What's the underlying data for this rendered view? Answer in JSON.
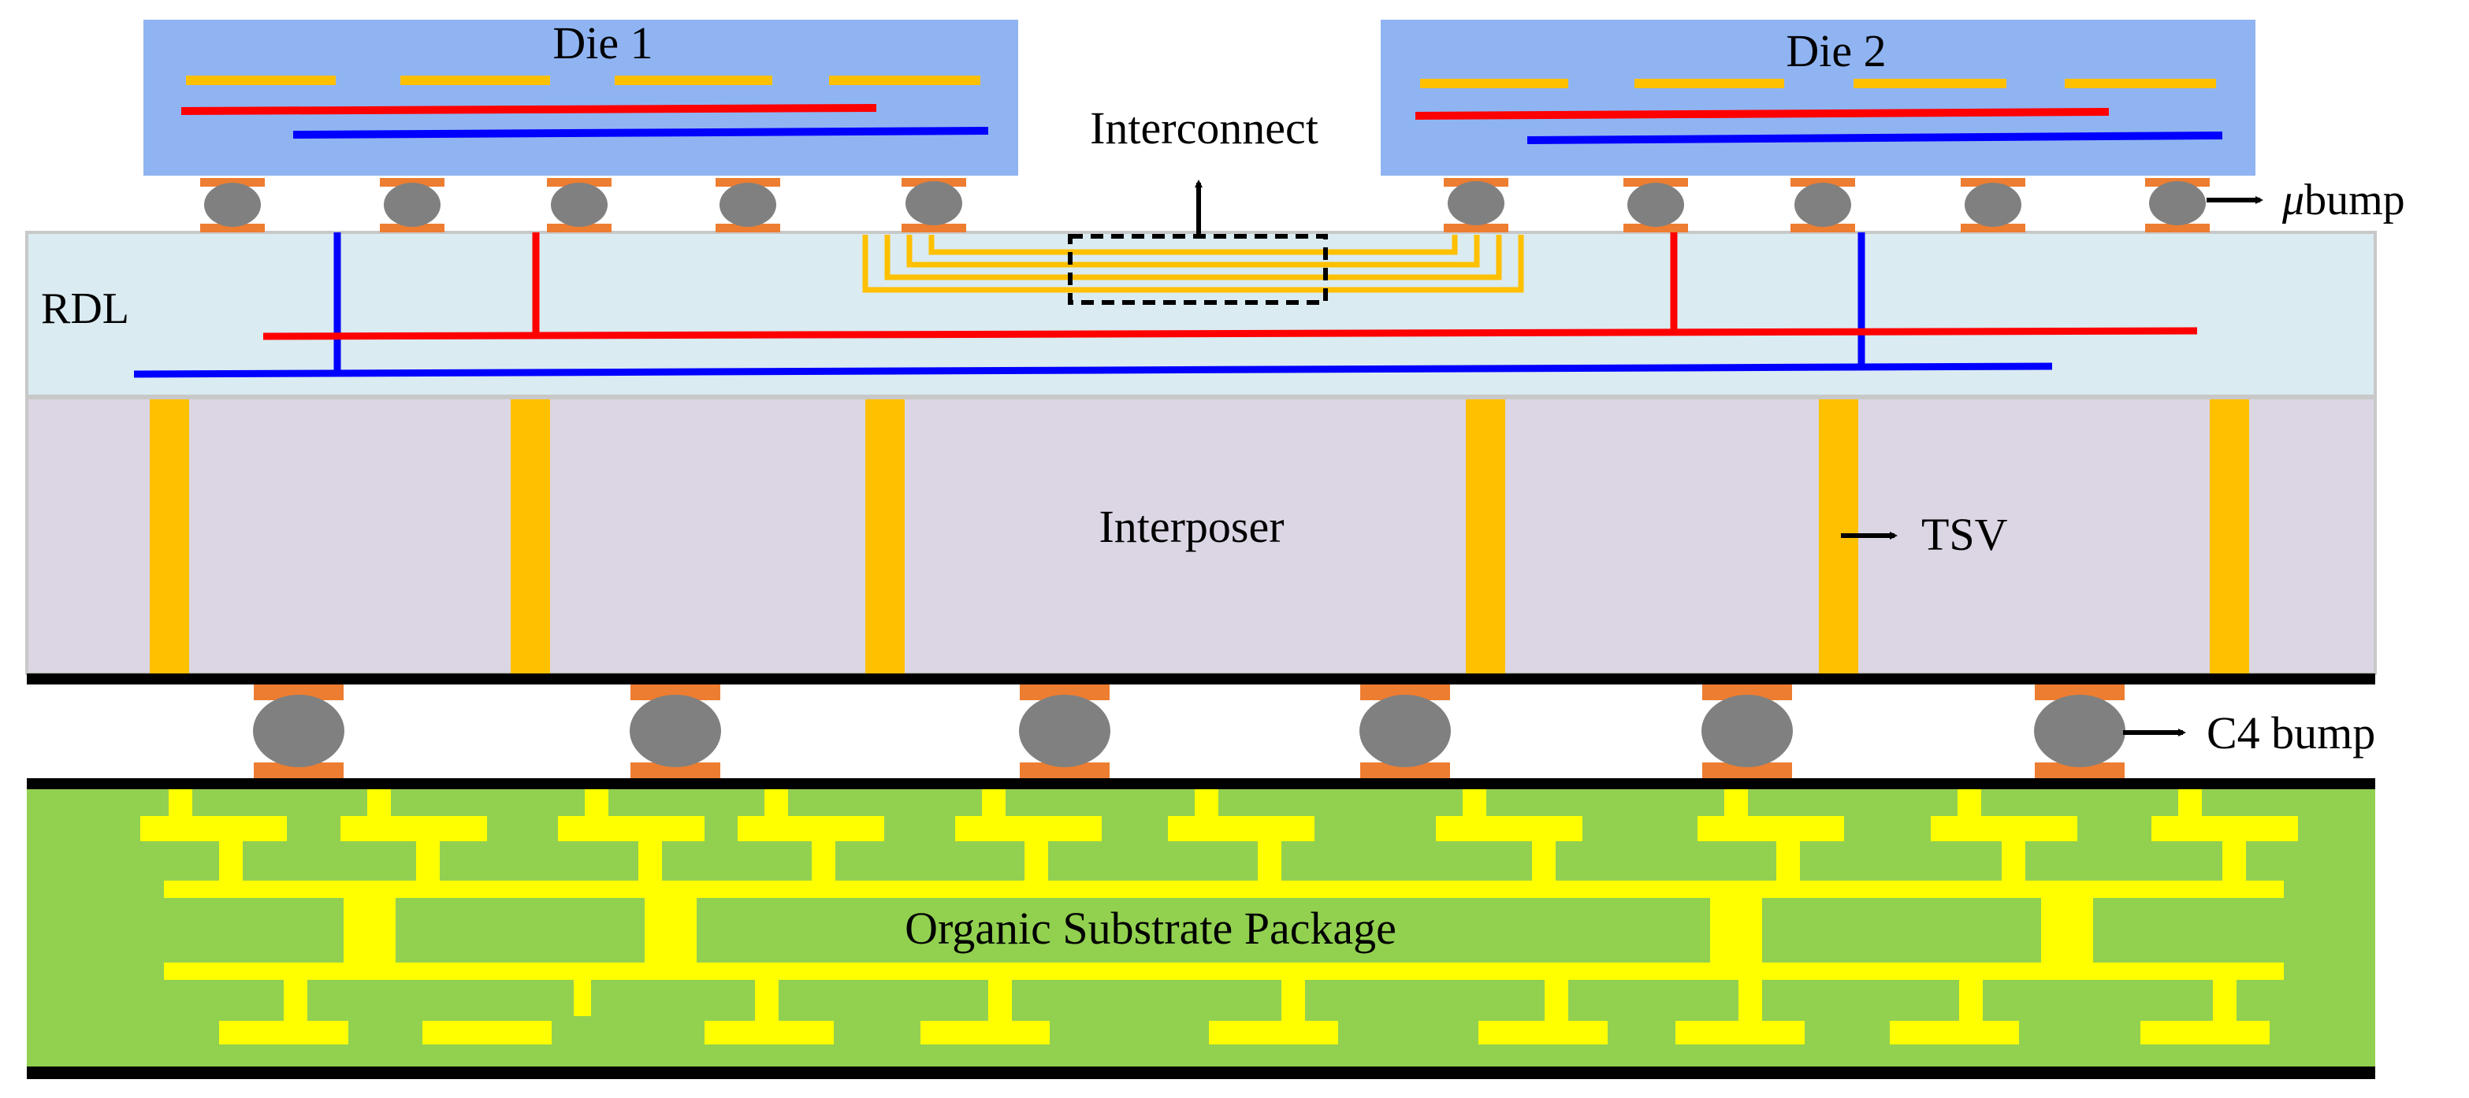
{
  "labels": {
    "die1": "Die 1",
    "die2": "Die 2",
    "interconnect": "Interconnect",
    "mu_symbol": "μ",
    "bump_word": "bump",
    "rdl": "RDL",
    "interposer": "Interposer",
    "tsv": "TSV",
    "c4bump": "C4 bump",
    "substrate": "Organic Substrate Package"
  },
  "colors": {
    "die": "#90b4f2",
    "rdl": "#daebf1",
    "rdl_border": "#c8c8c8",
    "interposer": "#dcd6e4",
    "substrate": "#92d050",
    "substrate_trace": "#ffff00",
    "tsv": "#ffc000",
    "bump_ball": "#808080",
    "bump_pad": "#ed7d31",
    "wire_red": "#ff0000",
    "wire_blue": "#0000ff",
    "wire_orange": "#ffc000",
    "outline": "#000000"
  },
  "icons": {
    "interconnect_arrow": "arrow-up-icon",
    "ubump_arrow": "arrow-right-icon",
    "tsv_arrow": "arrow-right-icon",
    "c4_arrow": "arrow-right-icon"
  }
}
